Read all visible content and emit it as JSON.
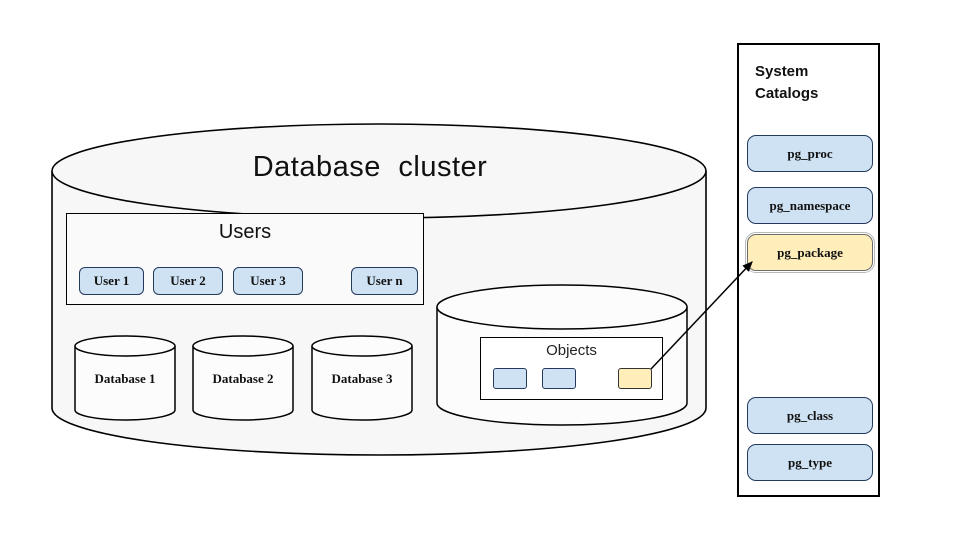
{
  "cluster": {
    "title": "Database cluster",
    "users": {
      "title": "Users",
      "items": [
        "User 1",
        "User 2",
        "User 3",
        "User n"
      ]
    },
    "databases": [
      "Database 1",
      "Database 2",
      "Database 3"
    ],
    "objects": {
      "title": "Objects"
    }
  },
  "catalogs": {
    "title": "System Catalogs",
    "items": [
      "pg_proc",
      "pg_namespace",
      "pg_package",
      "pg_class",
      "pg_type"
    ]
  },
  "colors": {
    "blue_fill": "#cfe2f3",
    "blue_border": "#23395d",
    "yellow_fill": "#ffeeba",
    "yellow_border": "#6b6b6b",
    "cylinder_fill": "#f7f7f7",
    "inner_fill": "#fcfcfc",
    "stroke": "#000000"
  }
}
